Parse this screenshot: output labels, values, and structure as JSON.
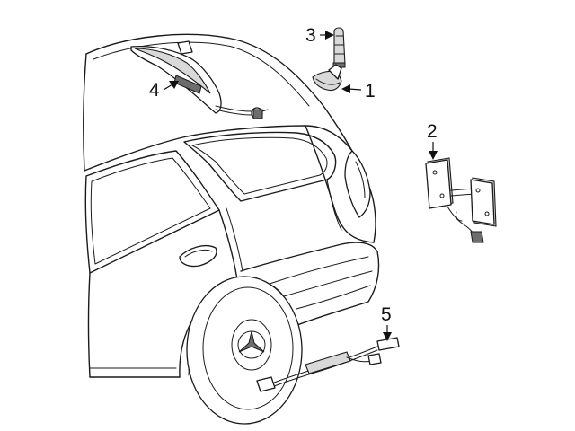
{
  "callouts": [
    {
      "id": "callout-1",
      "label": "1"
    },
    {
      "id": "callout-2",
      "label": "2"
    },
    {
      "id": "callout-3",
      "label": "3"
    },
    {
      "id": "callout-4",
      "label": "4"
    },
    {
      "id": "callout-5",
      "label": "5"
    }
  ]
}
